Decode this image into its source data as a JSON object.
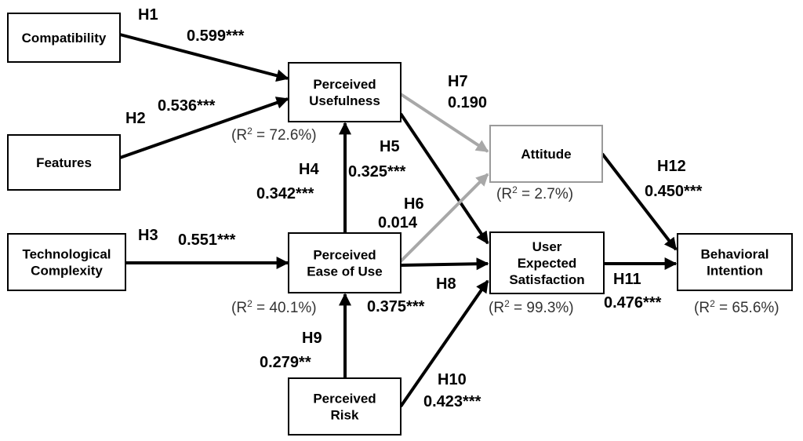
{
  "colors": {
    "black": "#000000",
    "gray": "#a8a8a8"
  },
  "nodes": {
    "compatibility": {
      "lines": [
        "Compatibility"
      ]
    },
    "features": {
      "lines": [
        "Features"
      ]
    },
    "tech_complexity": {
      "lines": [
        "Technological",
        "Complexity"
      ]
    },
    "perceived_usefulness": {
      "lines": [
        "Perceived",
        "Usefulness"
      ],
      "r2": "72.6%"
    },
    "perceived_ease": {
      "lines": [
        "Perceived",
        "Ease of Use"
      ],
      "r2": "40.1%"
    },
    "perceived_risk": {
      "lines": [
        "Perceived",
        "Risk"
      ]
    },
    "attitude": {
      "lines": [
        "Attitude"
      ],
      "r2": "2.7%"
    },
    "user_satisfaction": {
      "lines": [
        "User",
        "Expected",
        "Satisfaction"
      ],
      "r2": "99.3%"
    },
    "behavioral_intention": {
      "lines": [
        "Behavioral",
        "Intention"
      ],
      "r2": "65.6%"
    }
  },
  "r2_prefix": "(R",
  "r2_sup": "2",
  "r2_mid": " = ",
  "r2_suffix": ")",
  "paths": [
    {
      "id": "H1",
      "from": "compatibility",
      "to": "perceived_usefulness",
      "hypothesis": "H1",
      "coefficient": "0.599***",
      "significant": true
    },
    {
      "id": "H2",
      "from": "features",
      "to": "perceived_usefulness",
      "hypothesis": "H2",
      "coefficient": "0.536***",
      "significant": true
    },
    {
      "id": "H3",
      "from": "tech_complexity",
      "to": "perceived_ease",
      "hypothesis": "H3",
      "coefficient": "0.551***",
      "significant": true
    },
    {
      "id": "H4",
      "from": "perceived_ease",
      "to": "perceived_usefulness",
      "hypothesis": "H4",
      "coefficient": "0.342***",
      "significant": true
    },
    {
      "id": "H5",
      "from": "perceived_usefulness",
      "to": "user_satisfaction",
      "hypothesis": "H5",
      "coefficient": "0.325***",
      "significant": true
    },
    {
      "id": "H6",
      "from": "perceived_ease",
      "to": "attitude",
      "hypothesis": "H6",
      "coefficient": "0.014",
      "significant": false
    },
    {
      "id": "H7",
      "from": "perceived_usefulness",
      "to": "attitude",
      "hypothesis": "H7",
      "coefficient": "0.190",
      "significant": false
    },
    {
      "id": "H8",
      "from": "perceived_ease",
      "to": "user_satisfaction",
      "hypothesis": "H8",
      "coefficient": "0.375***",
      "significant": true
    },
    {
      "id": "H9",
      "from": "perceived_risk",
      "to": "perceived_ease",
      "hypothesis": "H9",
      "coefficient": "0.279**",
      "significant": true
    },
    {
      "id": "H10",
      "from": "perceived_risk",
      "to": "user_satisfaction",
      "hypothesis": "H10",
      "coefficient": "0.423***",
      "significant": true
    },
    {
      "id": "H11",
      "from": "user_satisfaction",
      "to": "behavioral_intention",
      "hypothesis": "H11",
      "coefficient": "0.476***",
      "significant": true
    },
    {
      "id": "H12",
      "from": "attitude",
      "to": "behavioral_intention",
      "hypothesis": "H12",
      "coefficient": "0.450***",
      "significant": true
    }
  ]
}
